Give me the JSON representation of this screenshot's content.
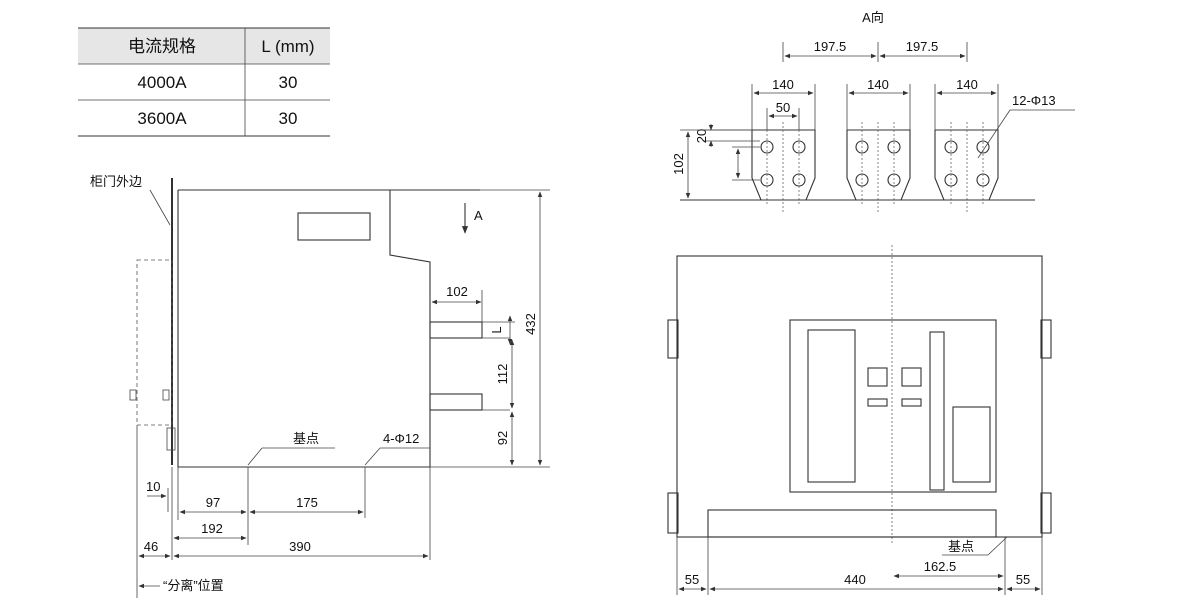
{
  "table": {
    "headers": [
      "电流规格",
      "L (mm)"
    ],
    "rows": [
      [
        "4000A",
        "30"
      ],
      [
        "3600A",
        "30"
      ]
    ]
  },
  "side_view": {
    "door_edge_label": "柜门外边",
    "view_arrow_label": "A",
    "base_point_label": "基点",
    "hole_label": "4-Φ12",
    "dim_102": "102",
    "dim_L": "L",
    "dim_432": "432",
    "dim_112": "112",
    "dim_92": "92",
    "dim_10": "10",
    "dim_97": "97",
    "dim_175": "175",
    "dim_192": "192",
    "dim_46": "46",
    "dim_390": "390",
    "separate_position_label": "“分离”位置"
  },
  "a_view": {
    "title": "A向",
    "dim_197_5_left": "197.5",
    "dim_197_5_right": "197.5",
    "dim_140_1": "140",
    "dim_140_2": "140",
    "dim_140_3": "140",
    "dim_50": "50",
    "hole_label": "12-Φ13",
    "dim_20": "20",
    "dim_102": "102"
  },
  "front_view": {
    "base_point_label": "基点",
    "dim_55_left": "55",
    "dim_440": "440",
    "dim_162_5": "162.5",
    "dim_55_right": "55"
  }
}
